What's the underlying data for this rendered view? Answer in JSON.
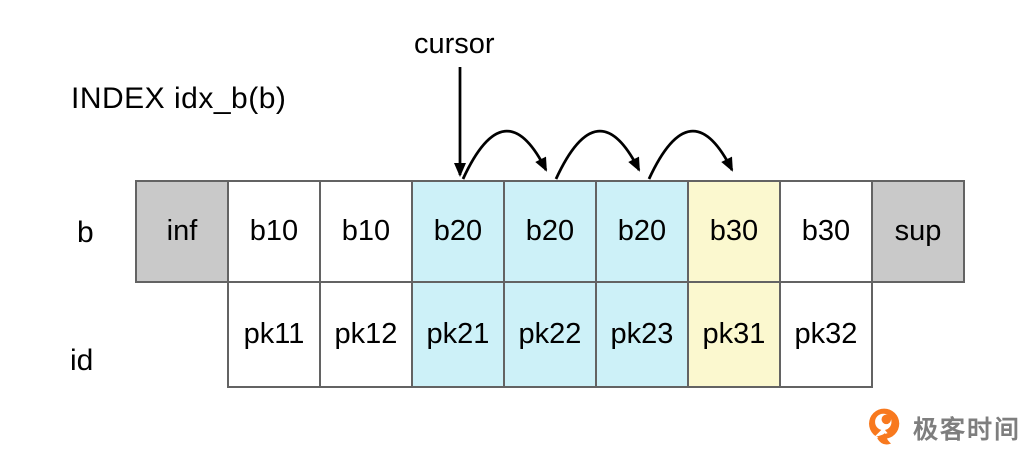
{
  "title": {
    "index_label": "INDEX idx_b(b)"
  },
  "cursor": {
    "label": "cursor"
  },
  "table": {
    "row_b": {
      "label": "b",
      "cells": [
        {
          "text": "inf",
          "color": "gray"
        },
        {
          "text": "b10",
          "color": "white"
        },
        {
          "text": "b10",
          "color": "white"
        },
        {
          "text": "b20",
          "color": "cyan"
        },
        {
          "text": "b20",
          "color": "cyan"
        },
        {
          "text": "b20",
          "color": "cyan"
        },
        {
          "text": "b30",
          "color": "yellow"
        },
        {
          "text": "b30",
          "color": "white"
        },
        {
          "text": "sup",
          "color": "gray"
        }
      ]
    },
    "row_id": {
      "label": "id",
      "cells": [
        {
          "text": "pk11",
          "color": "white"
        },
        {
          "text": "pk12",
          "color": "white"
        },
        {
          "text": "pk21",
          "color": "cyan"
        },
        {
          "text": "pk22",
          "color": "cyan"
        },
        {
          "text": "pk23",
          "color": "cyan"
        },
        {
          "text": "pk31",
          "color": "yellow"
        },
        {
          "text": "pk32",
          "color": "white"
        }
      ]
    }
  },
  "arrows": {
    "hop_count": 3
  },
  "logo": {
    "text": "极客时间",
    "icon": "geektime-logo-icon"
  },
  "colors": {
    "highlight_cyan": "#cdf1f8",
    "highlight_yellow": "#fbf8cf",
    "boundary_gray": "#c9c9c9",
    "cell_border": "#636363",
    "arrow_black": "#000000",
    "logo_orange": "#f8791e",
    "logo_text_gray": "#7e7e7e"
  }
}
